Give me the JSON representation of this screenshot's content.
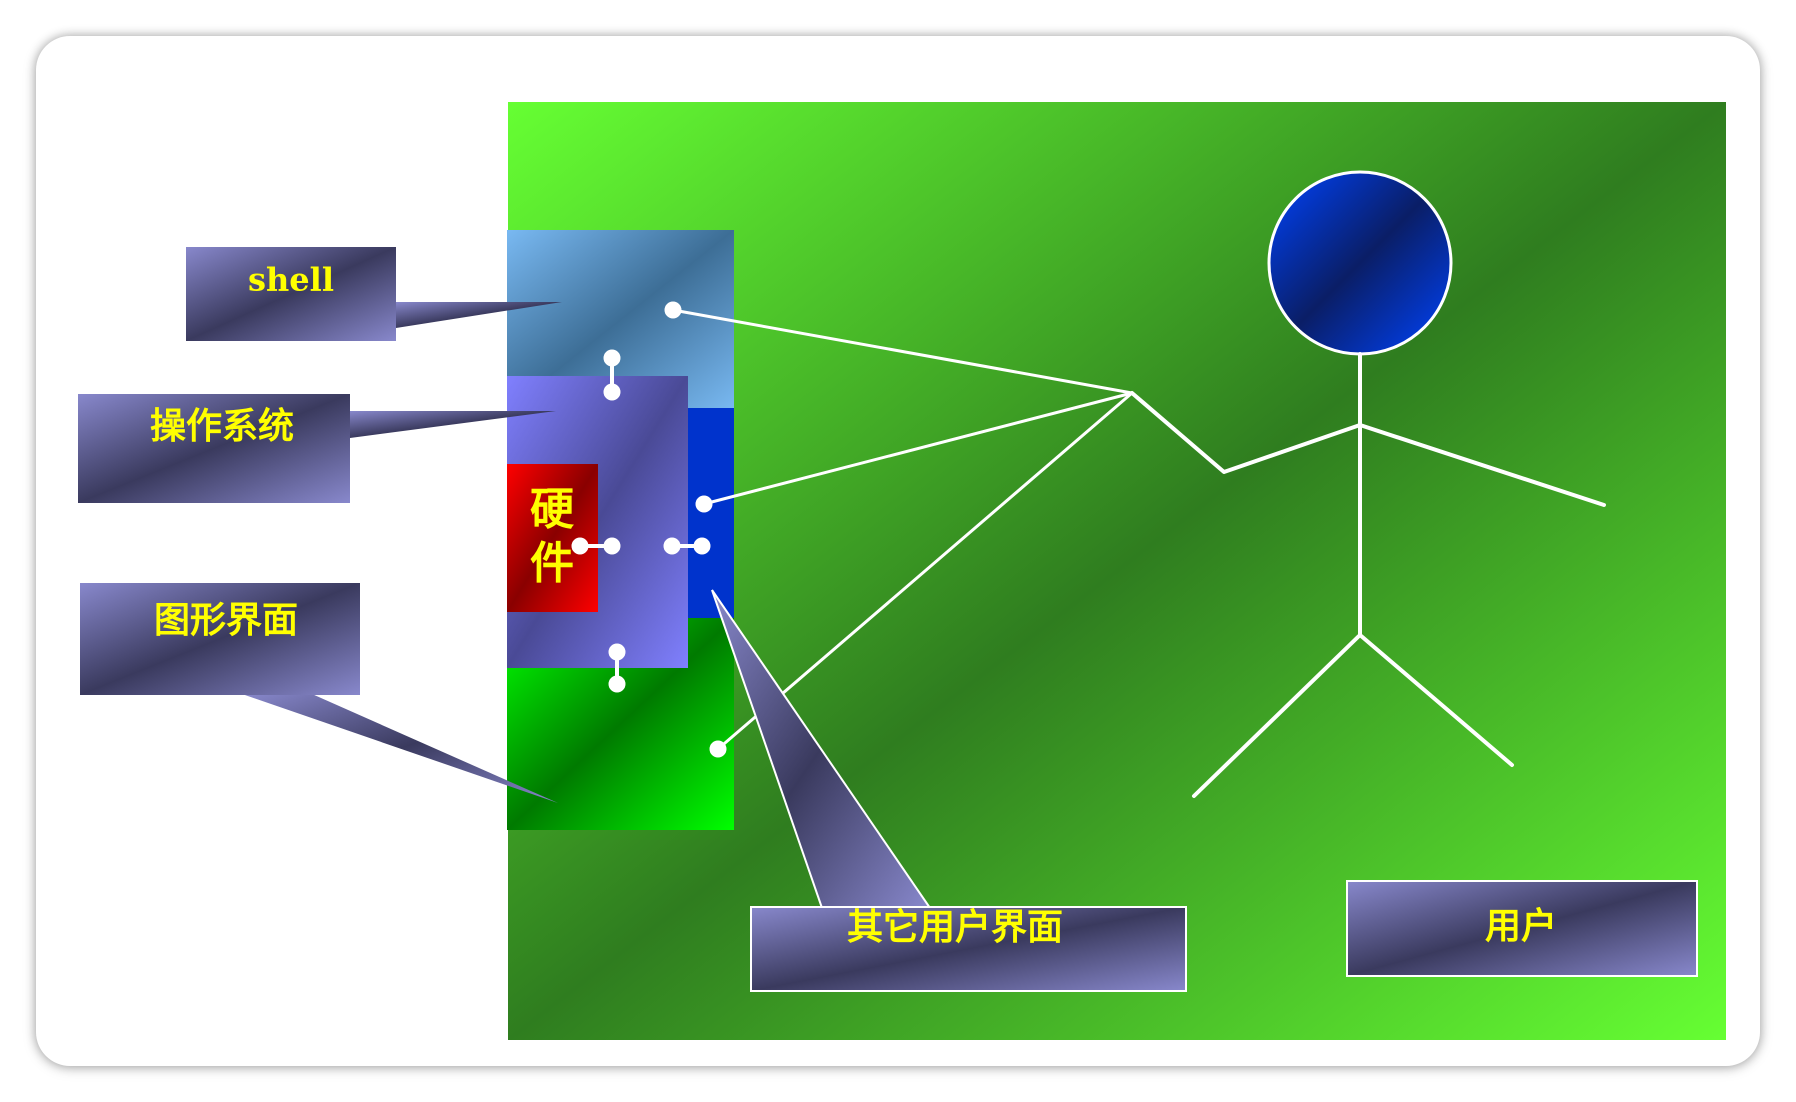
{
  "diagram": {
    "labels": {
      "shell": "shell",
      "os": "操作系统",
      "gui": "图形界面",
      "hardware_line1": "硬",
      "hardware_line2": "件",
      "other_ui": "其它用户界面",
      "user": "用户"
    },
    "colors": {
      "background_green_light": "#66ff33",
      "background_green_dark": "#2e7d1e",
      "shell_box": "#6fa8e0",
      "os_box": "#7f7fff",
      "hardware_box": "#ff0000",
      "other_ui_box": "#0033cc",
      "gui_box": "#00cc00",
      "callout": "#7a7ab8",
      "label_text": "#ffff00",
      "user_head": "#0033cc",
      "connector": "#ffffff"
    },
    "icons": {
      "user_figure": "stick-figure-icon"
    }
  }
}
